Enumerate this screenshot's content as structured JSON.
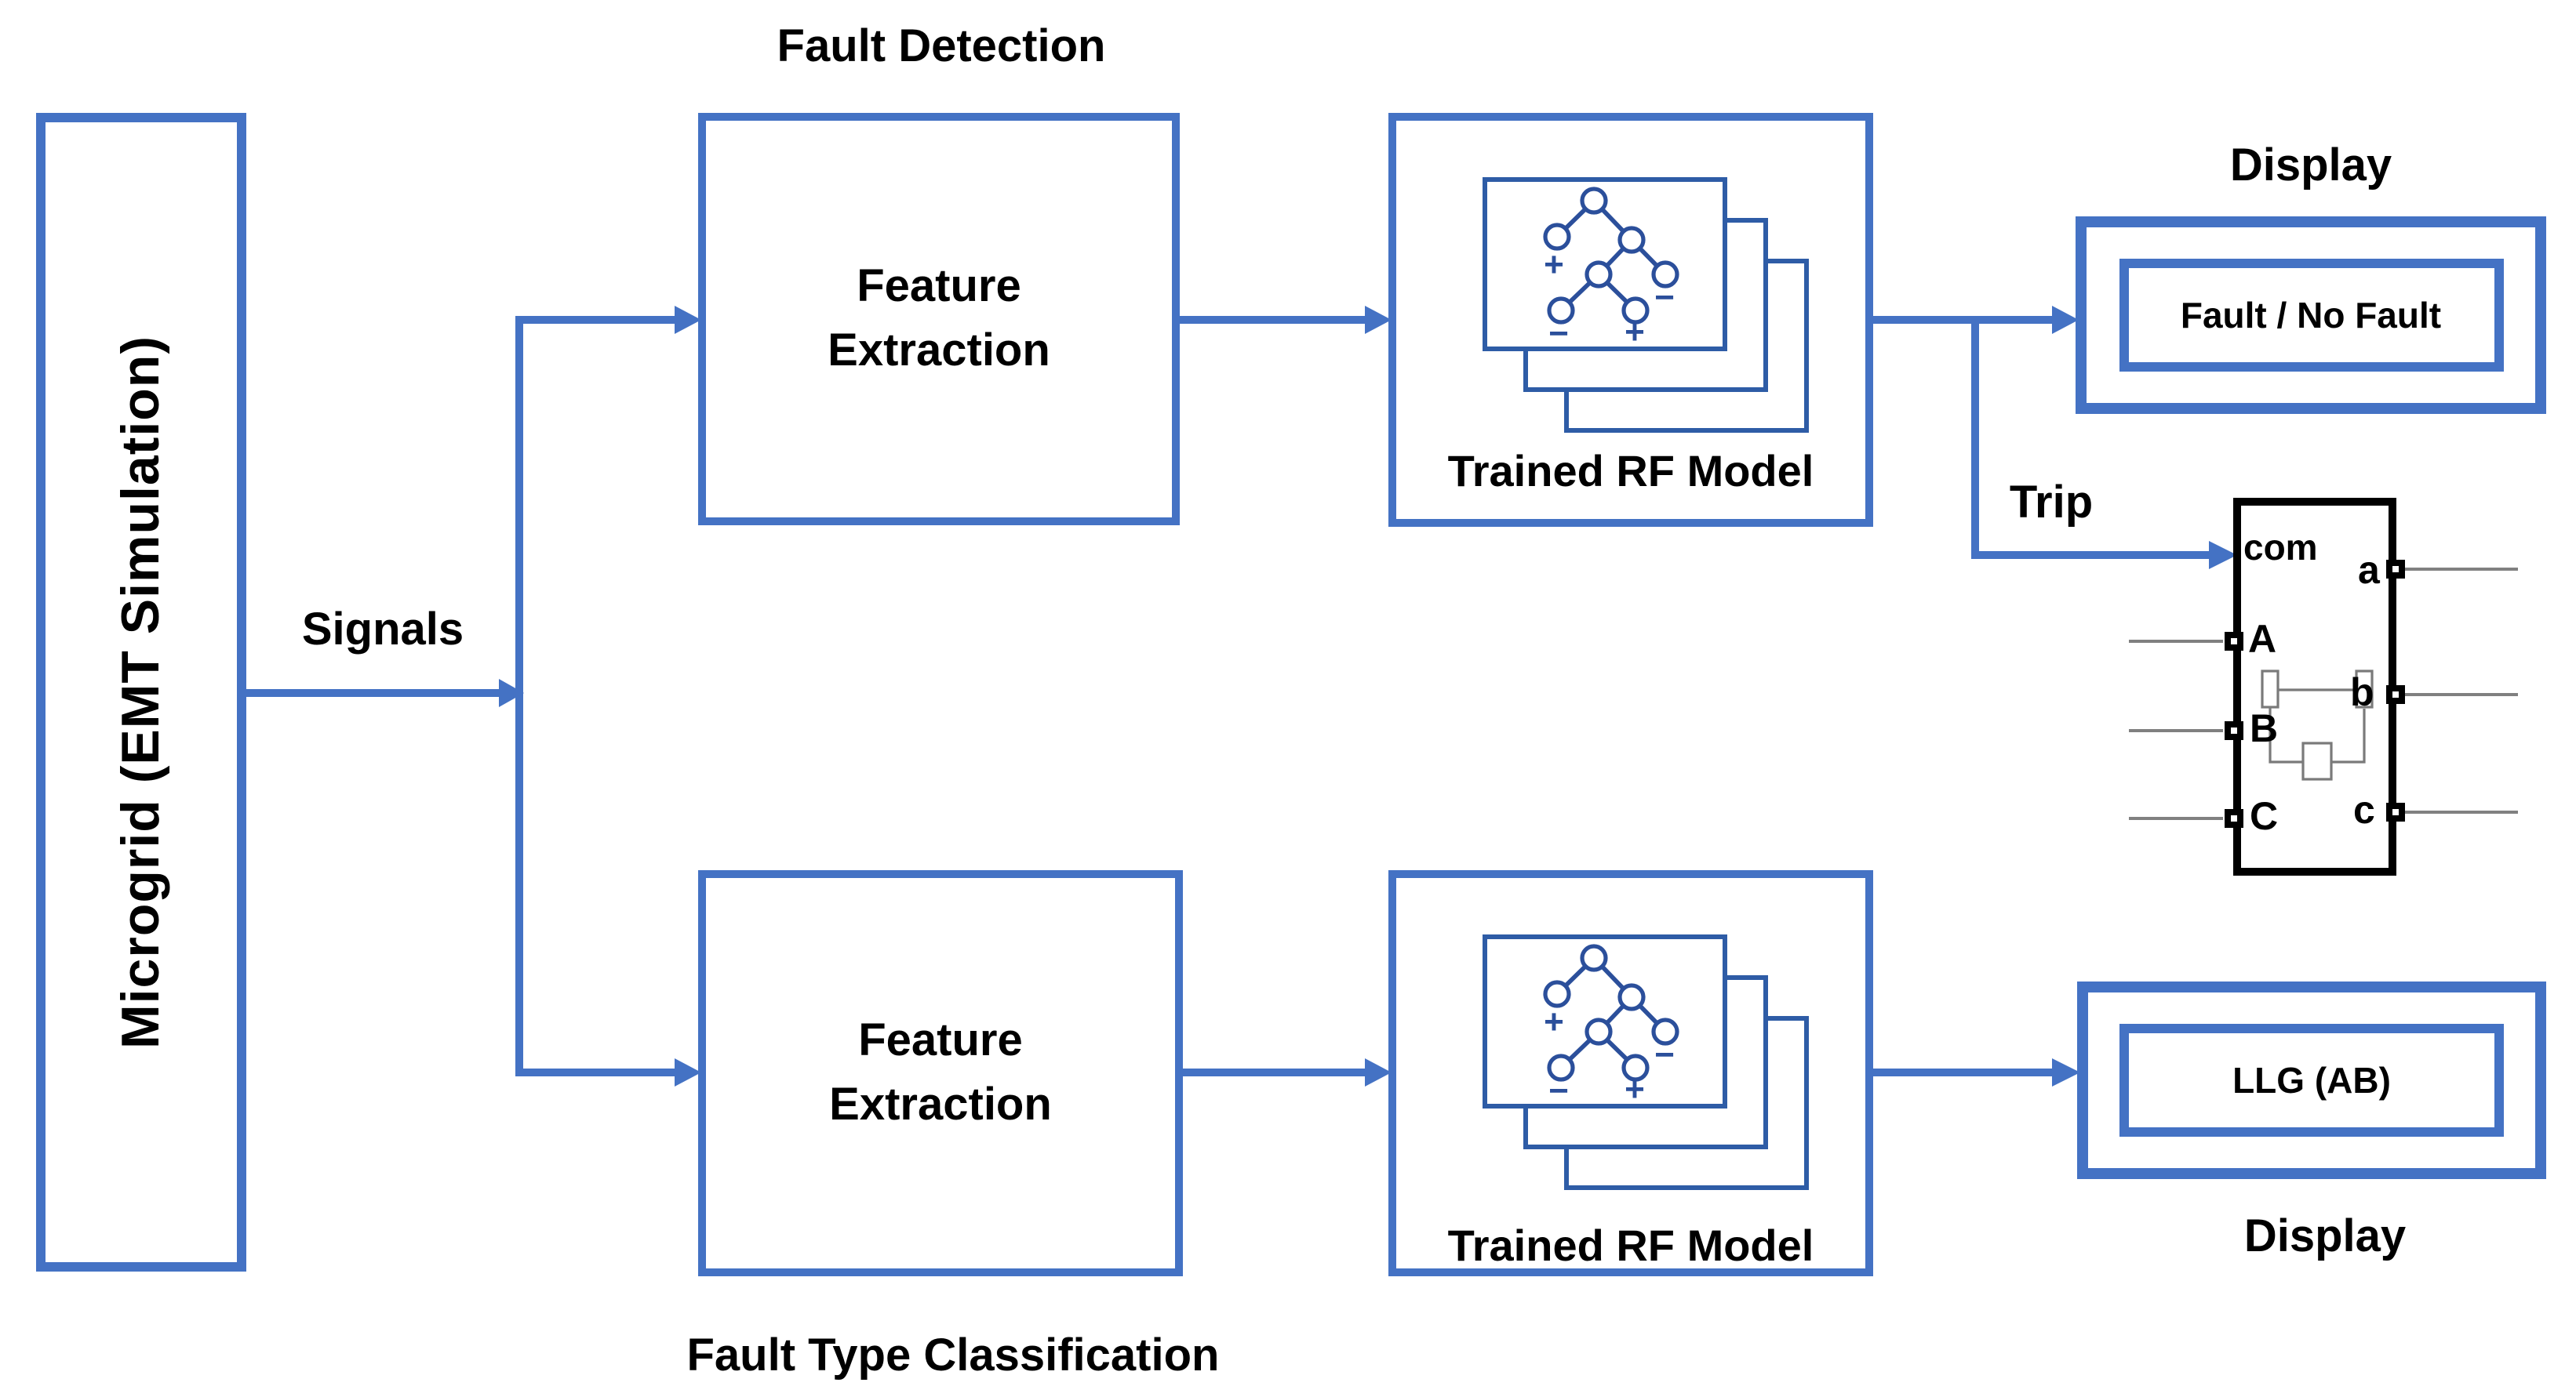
{
  "diagram": {
    "microgrid": {
      "label": "Microgrid (EMT Simulation)"
    },
    "signals_label": "Signals",
    "top": {
      "title": "Fault Detection",
      "feature_extraction": {
        "line1": "Feature",
        "line2": "Extraction"
      },
      "rf_model": {
        "label": "Trained RF Model"
      },
      "display": {
        "title": "Display",
        "value": "Fault / No Fault"
      },
      "trip_label": "Trip"
    },
    "bottom": {
      "title": "Fault Type Classification",
      "feature_extraction": {
        "line1": "Feature",
        "line2": "Extraction"
      },
      "rf_model": {
        "label": "Trained RF Model"
      },
      "display": {
        "title": "Display",
        "value": "LLG (AB)"
      }
    },
    "breaker": {
      "port_com": "com",
      "port_A": "A",
      "port_B": "B",
      "port_C": "C",
      "port_a": "a",
      "port_b": "b",
      "port_c": "c"
    },
    "rf_icon": {
      "name": "random-forest-decision-trees-icon",
      "signs": [
        "+",
        "−",
        "−",
        "+"
      ]
    },
    "colors": {
      "accent_blue": "#4472C4",
      "card_blue": "#2E5CA6",
      "tree_blue": "#2B4F9B",
      "breaker_border": "#000000",
      "port_line_gray": "#808080"
    }
  }
}
